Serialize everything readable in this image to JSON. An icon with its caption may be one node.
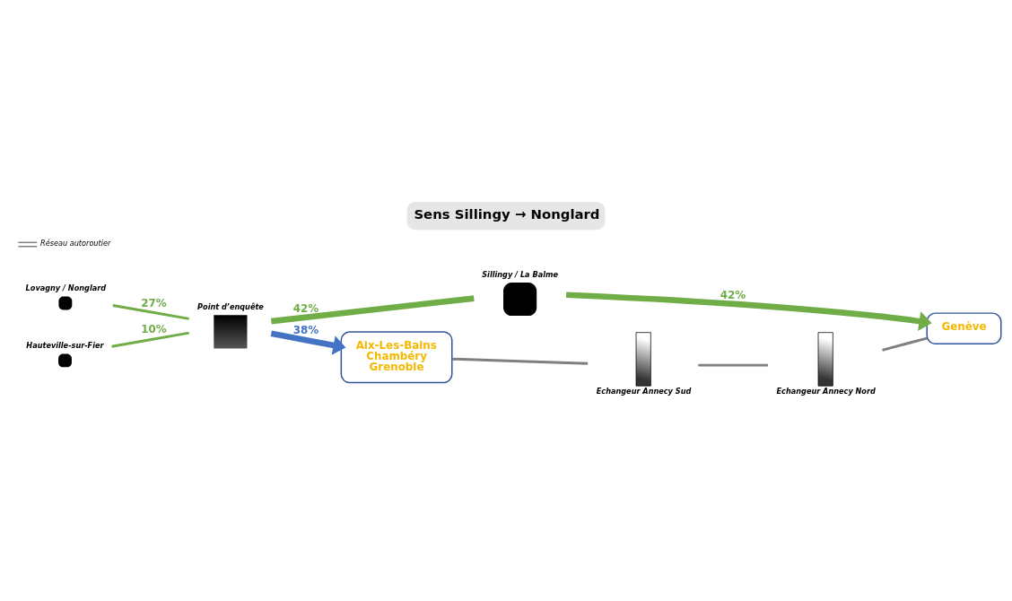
{
  "diagram": {
    "title": "Sens Sillingy → Nonglard",
    "nodes": [
      {
        "text": [
          "Sillingy / La Balme"
        ]
      },
      {
        "text": [
          "Point d’enquête"
        ]
      },
      {
        "text": [
          "Lovagny / Nonglard"
        ]
      },
      {
        "text": [
          "Hauteville-sur-Fier"
        ]
      },
      {
        "text": [
          "Aix-Les-Bains",
          "Chambéry",
          "Grenoble"
        ]
      },
      {
        "text": [
          "Echangeur Annecy Sud"
        ]
      },
      {
        "text": [
          "Echangeur Annecy Nord"
        ]
      },
      {
        "text": [
          "Genève"
        ]
      }
    ],
    "edges": [
      {
        "from": 2,
        "to": 1,
        "arrow": "none",
        "label": "27%"
      },
      {
        "from": 3,
        "to": 1,
        "arrow": "none",
        "label": "10%"
      },
      {
        "from": 1,
        "to": 0,
        "arrow": "none",
        "label": "42%",
        "style": "thick"
      },
      {
        "from": 0,
        "to": 7,
        "arrow": "to",
        "label": "42%",
        "style": "thick"
      },
      {
        "from": 1,
        "to": 4,
        "arrow": "to",
        "label": "38%",
        "style": "thick",
        "color": "#4472c4"
      },
      {
        "from": 4,
        "to": 5,
        "arrow": "none",
        "color": "#7f7f7f"
      },
      {
        "from": 5,
        "to": 6,
        "arrow": "none",
        "color": "#7f7f7f"
      },
      {
        "from": 6,
        "to": 7,
        "arrow": "none",
        "color": "#7f7f7f"
      }
    ],
    "legend": [
      {
        "text": "Réseau autoroutier"
      }
    ]
  }
}
